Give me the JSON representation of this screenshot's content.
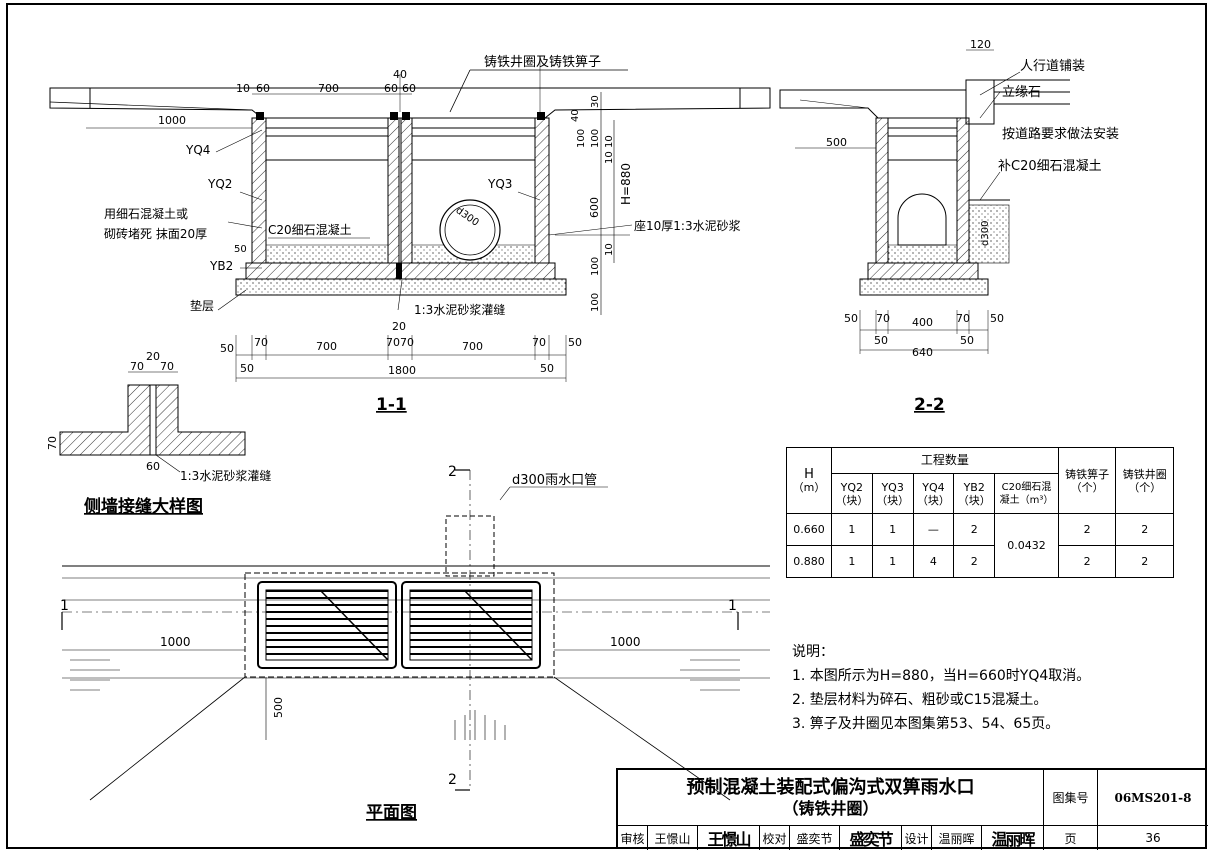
{
  "section_1_1": {
    "label": "1-1",
    "callouts": {
      "grate": "铸铁井圈及铸铁箅子",
      "yq4": "YQ4",
      "yq2": "YQ2",
      "yq3": "YQ3",
      "plug_line1": "用细石混凝土或",
      "plug_line2": "砌砖堵死  抹面20厚",
      "c20": "C20细石混凝土",
      "pipe": "d300",
      "mortar_bed": "座10厚1:3水泥砂浆",
      "yb2": "YB2",
      "cushion": "垫层",
      "joint": "1:3水泥砂浆灌缝",
      "height": "H=880"
    },
    "dims_top": [
      "10",
      "60",
      "700",
      "40",
      "60",
      "60"
    ],
    "dim_left": "1000",
    "dims_right": [
      "30",
      "40",
      "100",
      "100",
      "10",
      "10",
      "600",
      "10",
      "100",
      "100"
    ],
    "dim_50": "50",
    "dim_20": "20",
    "dims_bottom": [
      "50",
      "70",
      "700",
      "70",
      "70",
      "700",
      "70",
      "50"
    ],
    "dims_bottom2": [
      "50",
      "1800",
      "50"
    ]
  },
  "section_2_2": {
    "label": "2-2",
    "callouts": {
      "paving": "人行道铺装",
      "curb": "立缘石",
      "road": "按道路要求做法安装",
      "fill": "补C20细石混凝土",
      "pipe": "d300"
    },
    "dim_120": "120",
    "dim_500": "500",
    "dims_bottom": [
      "50",
      "70",
      "400",
      "70",
      "50"
    ],
    "dims_bottom2": [
      "50",
      "640",
      "50"
    ]
  },
  "joint_detail": {
    "title": "侧墙接缝大样图",
    "dims": [
      "20",
      "70",
      "70",
      "70",
      "60"
    ],
    "note": "1:3水泥砂浆灌缝"
  },
  "plan": {
    "title": "平面图",
    "pipe": "d300雨水口管",
    "dim_left": "1000",
    "dim_right": "1000",
    "dim_500": "500",
    "cut_1": "1",
    "cut_2": "2"
  },
  "table": {
    "h_header": "H",
    "h_unit": "（m）",
    "group_header": "工程数量",
    "columns": [
      {
        "name": "YQ2",
        "unit": "（块）"
      },
      {
        "name": "YQ3",
        "unit": "（块）"
      },
      {
        "name": "YQ4",
        "unit": "（块）"
      },
      {
        "name": "YB2",
        "unit": "（块）"
      },
      {
        "name": "C20细石混",
        "unit": "凝土（m³）"
      }
    ],
    "grate_header": "铸铁箅子",
    "grate_unit": "（个）",
    "ring_header": "铸铁井圈",
    "ring_unit": "（个）",
    "rows": [
      {
        "h": "0.660",
        "yq2": "1",
        "yq3": "1",
        "yq4": "—",
        "yb2": "2",
        "grate": "2",
        "ring": "2"
      },
      {
        "h": "0.880",
        "yq2": "1",
        "yq3": "1",
        "yq4": "4",
        "yb2": "2",
        "grate": "2",
        "ring": "2"
      }
    ],
    "c20_value": "0.0432"
  },
  "notes": {
    "title": "说明：",
    "items": [
      "1. 本图所示为H=880，当H=660时YQ4取消。",
      "2. 垫层材料为碎石、粗砂或C15混凝土。",
      "3. 箅子及井圈见本图集第53、54、65页。"
    ]
  },
  "title_block": {
    "title_line1": "预制混凝土装配式偏沟式双箅雨水口",
    "title_line2": "（铸铁井圈）",
    "atlas_label": "图集号",
    "atlas_no": "06MS201-8",
    "page_label": "页",
    "page_no": "36",
    "review_label": "审核",
    "review_name": "王憬山",
    "check_label": "校对",
    "check_name": "盛奕节",
    "design_label": "设计",
    "design_name": "温丽晖"
  }
}
